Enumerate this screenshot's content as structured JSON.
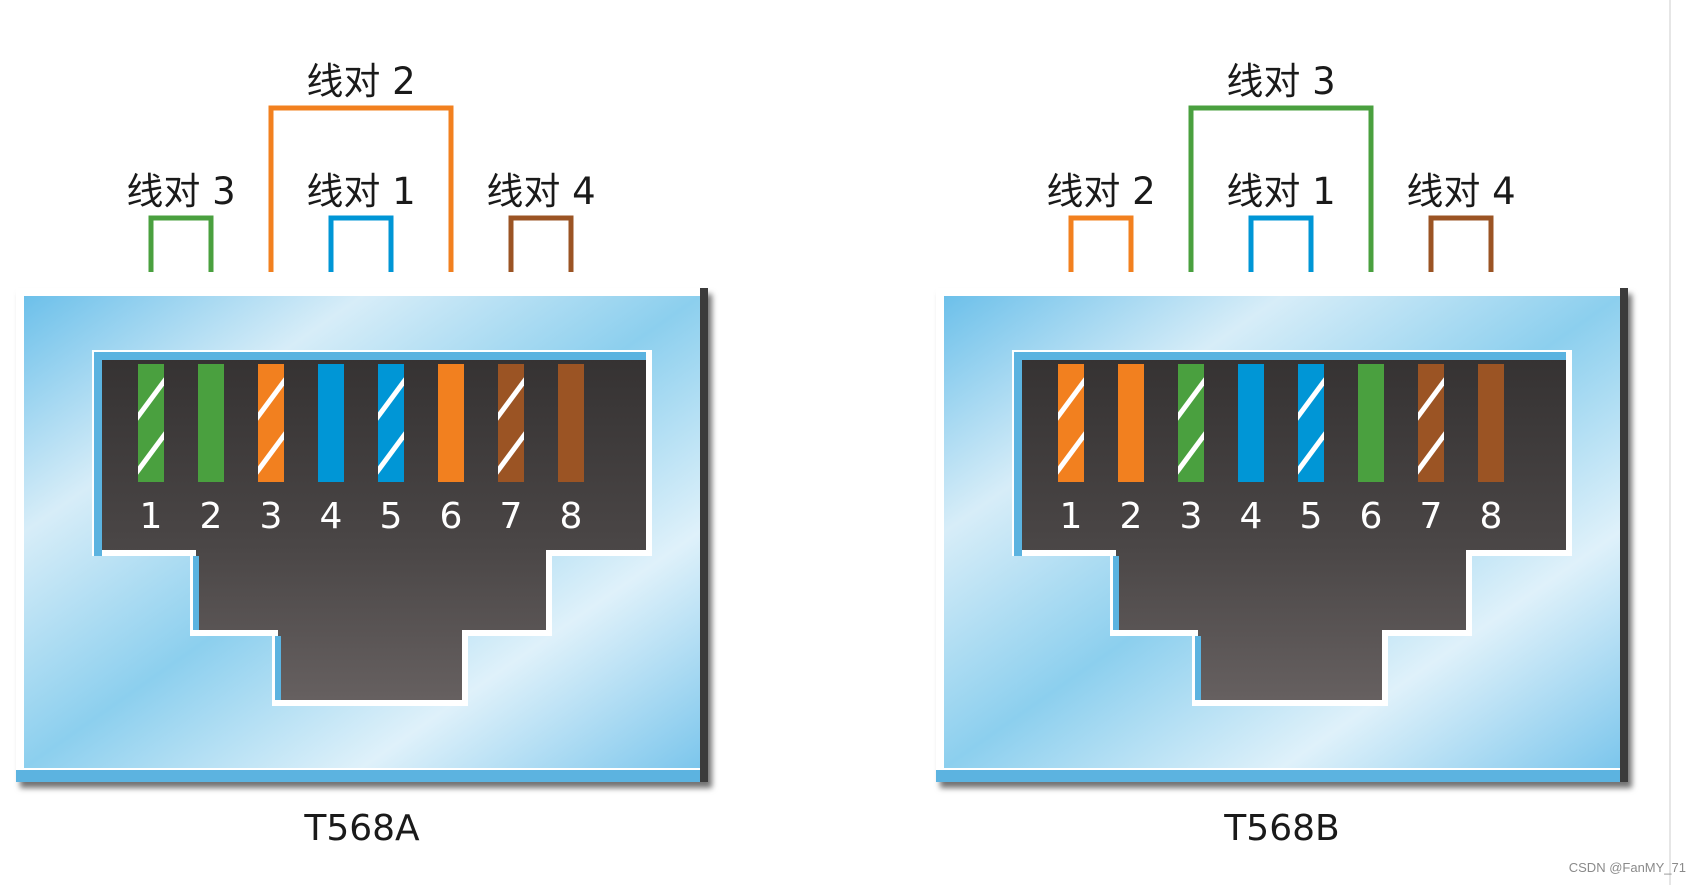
{
  "colors": {
    "green": "#4aa03f",
    "orange": "#f2801f",
    "blue": "#0096d6",
    "brown": "#9b5424",
    "jack_dark": "#3d3a3a",
    "jack_mid": "#5a5555",
    "jack_light": "#6a6464",
    "frame_light": "#e8f3fa",
    "frame_blue": "#5bb3e0"
  },
  "connectors": [
    {
      "id": "t568a",
      "caption": "T568A",
      "pins": [
        {
          "num": "1",
          "color": "green",
          "striped": true
        },
        {
          "num": "2",
          "color": "green",
          "striped": false
        },
        {
          "num": "3",
          "color": "orange",
          "striped": true
        },
        {
          "num": "4",
          "color": "blue",
          "striped": false
        },
        {
          "num": "5",
          "color": "blue",
          "striped": true
        },
        {
          "num": "6",
          "color": "orange",
          "striped": false
        },
        {
          "num": "7",
          "color": "brown",
          "striped": true
        },
        {
          "num": "8",
          "color": "brown",
          "striped": false
        }
      ],
      "pairs": [
        {
          "label": "线对 3",
          "color": "green",
          "pins": [
            1,
            2
          ],
          "level": "low"
        },
        {
          "label": "线对 2",
          "color": "orange",
          "pins": [
            3,
            6
          ],
          "level": "high"
        },
        {
          "label": "线对 1",
          "color": "blue",
          "pins": [
            4,
            5
          ],
          "level": "low"
        },
        {
          "label": "线对 4",
          "color": "brown",
          "pins": [
            7,
            8
          ],
          "level": "low"
        }
      ]
    },
    {
      "id": "t568b",
      "caption": "T568B",
      "pins": [
        {
          "num": "1",
          "color": "orange",
          "striped": true
        },
        {
          "num": "2",
          "color": "orange",
          "striped": false
        },
        {
          "num": "3",
          "color": "green",
          "striped": true
        },
        {
          "num": "4",
          "color": "blue",
          "striped": false
        },
        {
          "num": "5",
          "color": "blue",
          "striped": true
        },
        {
          "num": "6",
          "color": "green",
          "striped": false
        },
        {
          "num": "7",
          "color": "brown",
          "striped": true
        },
        {
          "num": "8",
          "color": "brown",
          "striped": false
        }
      ],
      "pairs": [
        {
          "label": "线对 2",
          "color": "orange",
          "pins": [
            1,
            2
          ],
          "level": "low"
        },
        {
          "label": "线对 3",
          "color": "green",
          "pins": [
            3,
            6
          ],
          "level": "high"
        },
        {
          "label": "线对 1",
          "color": "blue",
          "pins": [
            4,
            5
          ],
          "level": "low"
        },
        {
          "label": "线对 4",
          "color": "brown",
          "pins": [
            7,
            8
          ],
          "level": "low"
        }
      ]
    }
  ],
  "watermark": "CSDN @FanMY_71"
}
